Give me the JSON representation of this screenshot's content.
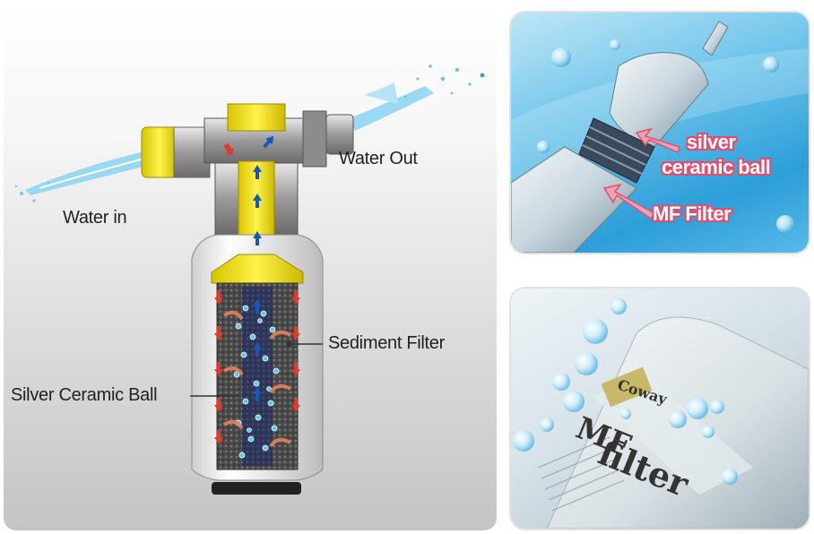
{
  "main_labels": {
    "water_in": "Water in",
    "water_out": "Water Out",
    "sediment_filter": "Sediment Filter",
    "silver_ceramic_ball": "Silver Ceramic Ball"
  },
  "top_inset": {
    "label_silver": "silver",
    "label_ceramic": "ceramic ball",
    "label_mf": "MF Filter"
  },
  "bottom_inset": {
    "brand": "Coway",
    "product_line1": "MF",
    "product_line2": "filter"
  },
  "colors": {
    "flow_arrow_red": "#e03a2c",
    "flow_arrow_blue": "#1a56b8",
    "fitting_yellow": "#f6e21a",
    "label_pink": "#e0506e",
    "ceramic_ball_blue": "#5ec8f2"
  }
}
